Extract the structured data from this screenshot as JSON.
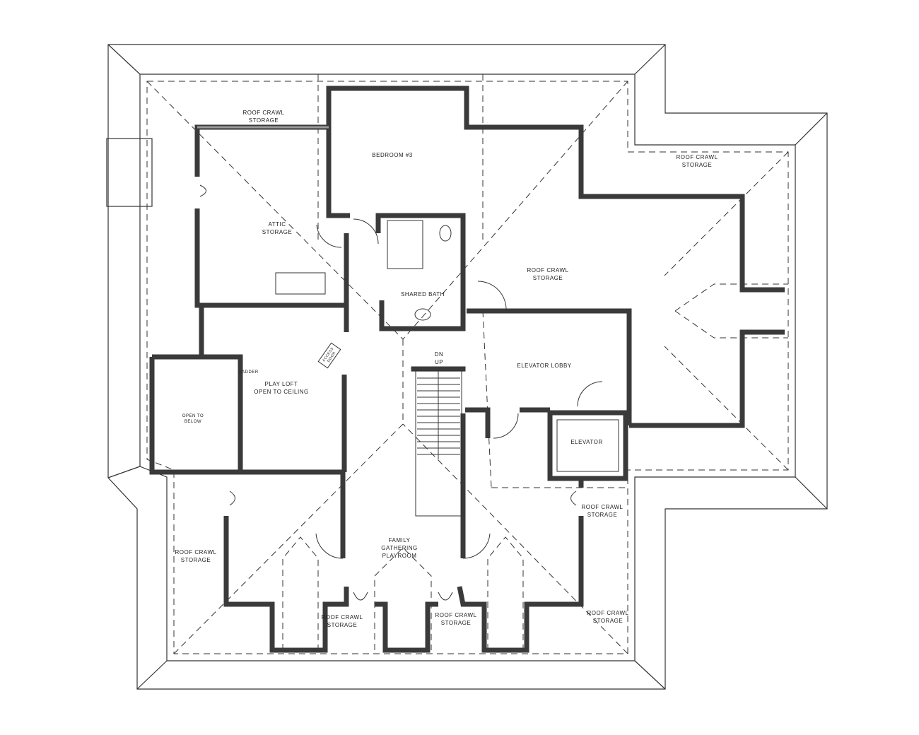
{
  "plan": {
    "labels": {
      "roof_crawl_top": [
        "ROOF CRAWL",
        "STORAGE"
      ],
      "bedroom3": "BEDROOM #3",
      "attic_storage": [
        "ATTIC",
        "STORAGE"
      ],
      "shared_bath": "SHARED BATH",
      "roof_crawl_center": [
        "ROOF CRAWL",
        "STORAGE"
      ],
      "roof_crawl_right": [
        "ROOF CRAWL",
        "STORAGE"
      ],
      "elevator_lobby": "ELEVATOR LOBBY",
      "elevator": "ELEVATOR",
      "stair": [
        "DN",
        "UP"
      ],
      "play_loft": [
        "PLAY LOFT",
        "OPEN TO CEILING"
      ],
      "open_below": [
        "OPEN TO",
        "BELOW"
      ],
      "ladder": "LADDER",
      "access_door": [
        "ACCESS",
        "DOOR"
      ],
      "playroom": [
        "FAMILY",
        "GATHERING",
        "PLAYROOM"
      ],
      "roof_crawl_lower_left": [
        "ROOF CRAWL",
        "STORAGE"
      ],
      "roof_crawl_lower_mid_left": [
        "ROOF CRAWL",
        "STORAGE"
      ],
      "roof_crawl_lower_mid_right": [
        "ROOF CRAWL",
        "STORAGE"
      ],
      "roof_crawl_lower_right": [
        "ROOF CRAWL",
        "STORAGE"
      ],
      "roof_crawl_right_mid": [
        "ROOF CRAWL",
        "STORAGE"
      ]
    }
  }
}
